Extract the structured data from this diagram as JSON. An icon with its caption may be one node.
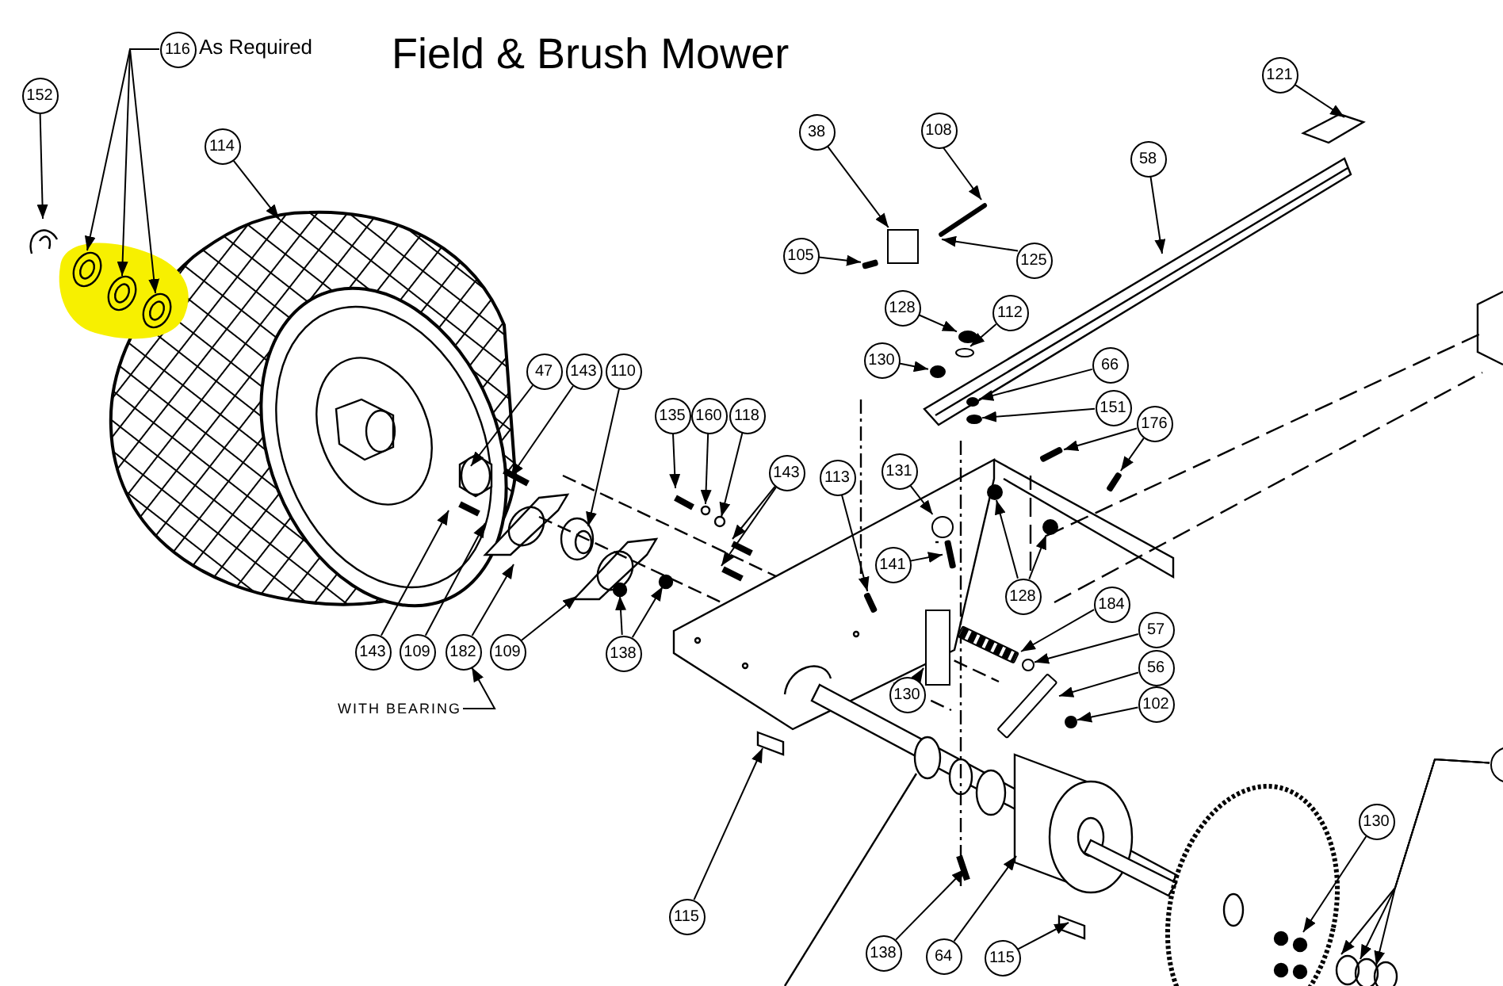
{
  "diagram": {
    "title": "Field & Brush Mower",
    "nodes": [
      {
        "text": [
          "116"
        ],
        "beside": [
          "As Required"
        ]
      },
      {
        "text": [
          "152"
        ]
      },
      {
        "text": [
          "114"
        ]
      },
      {
        "text": [
          "47"
        ]
      },
      {
        "text": [
          "143"
        ]
      },
      {
        "text": [
          "110"
        ]
      },
      {
        "text": [
          "135"
        ]
      },
      {
        "text": [
          "160"
        ]
      },
      {
        "text": [
          "118"
        ]
      },
      {
        "text": [
          "143"
        ]
      },
      {
        "text": [
          "113"
        ]
      },
      {
        "text": [
          "131"
        ]
      },
      {
        "text": [
          "141"
        ]
      },
      {
        "text": [
          "143"
        ]
      },
      {
        "text": [
          "109"
        ]
      },
      {
        "text": [
          "182"
        ]
      },
      {
        "text": [
          "109"
        ]
      },
      {
        "text": [
          "138"
        ]
      },
      {
        "text": [
          "WITH BEARING"
        ]
      },
      {
        "text": [
          "121"
        ]
      },
      {
        "text": [
          "38"
        ]
      },
      {
        "text": [
          "108"
        ]
      },
      {
        "text": [
          "58"
        ]
      },
      {
        "text": [
          "105"
        ]
      },
      {
        "text": [
          "125"
        ]
      },
      {
        "text": [
          "128"
        ]
      },
      {
        "text": [
          "112"
        ]
      },
      {
        "text": [
          "130"
        ]
      },
      {
        "text": [
          "66"
        ]
      },
      {
        "text": [
          "151"
        ]
      },
      {
        "text": [
          "176"
        ]
      },
      {
        "text": [
          "128"
        ]
      },
      {
        "text": [
          "184"
        ]
      },
      {
        "text": [
          "57"
        ]
      },
      {
        "text": [
          "56"
        ]
      },
      {
        "text": [
          "102"
        ]
      },
      {
        "text": [
          "130"
        ]
      },
      {
        "text": [],
        "shape": "circle"
      },
      {
        "text": [
          "130"
        ]
      },
      {
        "text": [
          "115"
        ]
      },
      {
        "text": [
          "138"
        ]
      },
      {
        "text": [
          "64"
        ]
      },
      {
        "text": [
          "115"
        ]
      },
      {
        "text": [],
        "shape": "bar"
      },
      {
        "text": [],
        "shape": "circle"
      },
      {
        "text": [],
        "shape": "bar"
      },
      {
        "text": [],
        "shape": "circle"
      },
      {
        "text": [],
        "shape": "bar"
      },
      {
        "text": [],
        "shape": "circle"
      },
      {
        "text": [],
        "shape": "bar"
      },
      {
        "text": [],
        "shape": "bar"
      },
      {
        "text": [],
        "shape": "box"
      },
      {
        "text": [],
        "shape": "circle"
      },
      {
        "text": [],
        "shape": "circle"
      },
      {
        "text": [],
        "shape": "circle"
      },
      {
        "text": [],
        "shape": "circle"
      },
      {
        "text": [],
        "shape": "bar"
      },
      {
        "text": [],
        "shape": "bar"
      },
      {
        "text": [],
        "shape": "circle"
      },
      {
        "text": [],
        "shape": "circle"
      },
      {
        "text": [],
        "shape": "bar"
      },
      {
        "text": [],
        "shape": "circle"
      },
      {
        "text": [],
        "shape": "box"
      }
    ],
    "edges": [
      {
        "from": 0,
        "to": null,
        "arrow": "to"
      },
      {
        "from": 0,
        "to": null,
        "arrow": "to"
      },
      {
        "from": 0,
        "to": null,
        "arrow": "to"
      },
      {
        "from": 1,
        "to": null,
        "arrow": "to"
      },
      {
        "from": 2,
        "to": null,
        "arrow": "to"
      },
      {
        "from": 3,
        "to": null,
        "arrow": "to"
      },
      {
        "from": 4,
        "to": null,
        "arrow": "to"
      },
      {
        "from": 5,
        "to": null,
        "arrow": "to"
      },
      {
        "from": 6,
        "to": null,
        "arrow": "to"
      },
      {
        "from": 7,
        "to": null,
        "arrow": "to"
      },
      {
        "from": 8,
        "to": null,
        "arrow": "to"
      },
      {
        "from": 9,
        "to": null,
        "arrow": "to"
      },
      {
        "from": 9,
        "to": null,
        "arrow": "to"
      },
      {
        "from": 10,
        "to": 43,
        "arrow": "to"
      },
      {
        "from": 11,
        "to": 44,
        "arrow": "to"
      },
      {
        "from": 12,
        "to": 49,
        "arrow": "to"
      },
      {
        "from": 13,
        "to": null,
        "arrow": "to"
      },
      {
        "from": 14,
        "to": null,
        "arrow": "to"
      },
      {
        "from": 15,
        "to": null,
        "arrow": "to"
      },
      {
        "from": 16,
        "to": null,
        "arrow": "to"
      },
      {
        "from": 17,
        "to": null,
        "arrow": "to"
      },
      {
        "from": 17,
        "to": null,
        "arrow": "to"
      },
      {
        "from": 18,
        "to": 15,
        "arrow": "to"
      },
      {
        "from": 19,
        "to": null,
        "arrow": "to"
      },
      {
        "from": 20,
        "to": 51,
        "arrow": "to"
      },
      {
        "from": 21,
        "to": 50,
        "arrow": "to"
      },
      {
        "from": 22,
        "to": null,
        "arrow": "to"
      },
      {
        "from": 23,
        "to": 45,
        "arrow": "to"
      },
      {
        "from": 24,
        "to": 50,
        "arrow": "to"
      },
      {
        "from": 25,
        "to": 46,
        "arrow": "to"
      },
      {
        "from": 26,
        "to": 52,
        "arrow": "to"
      },
      {
        "from": 27,
        "to": 53,
        "arrow": "to"
      },
      {
        "from": 28,
        "to": 54,
        "arrow": "to"
      },
      {
        "from": 29,
        "to": 55,
        "arrow": "to"
      },
      {
        "from": 30,
        "to": 56,
        "arrow": "to"
      },
      {
        "from": 30,
        "to": 57,
        "arrow": "to"
      },
      {
        "from": 31,
        "to": 58,
        "arrow": "to"
      },
      {
        "from": 31,
        "to": 59,
        "arrow": "to"
      },
      {
        "from": 32,
        "to": 47,
        "arrow": "to"
      },
      {
        "from": 33,
        "to": 48,
        "arrow": "to"
      },
      {
        "from": 34,
        "to": 60,
        "arrow": "to"
      },
      {
        "from": 35,
        "to": 61,
        "arrow": "to"
      },
      {
        "from": 36,
        "to": 62,
        "arrow": "to"
      },
      {
        "from": 37,
        "to": null,
        "arrow": "to"
      },
      {
        "from": 37,
        "to": null,
        "arrow": "to"
      },
      {
        "from": 37,
        "to": null,
        "arrow": "to"
      },
      {
        "from": 38,
        "to": null,
        "arrow": "to"
      },
      {
        "from": 39,
        "to": null,
        "arrow": "to"
      },
      {
        "from": 40,
        "to": null,
        "arrow": "to"
      },
      {
        "from": 41,
        "to": null,
        "arrow": "to"
      },
      {
        "from": 42,
        "to": null,
        "arrow": "to"
      }
    ]
  }
}
